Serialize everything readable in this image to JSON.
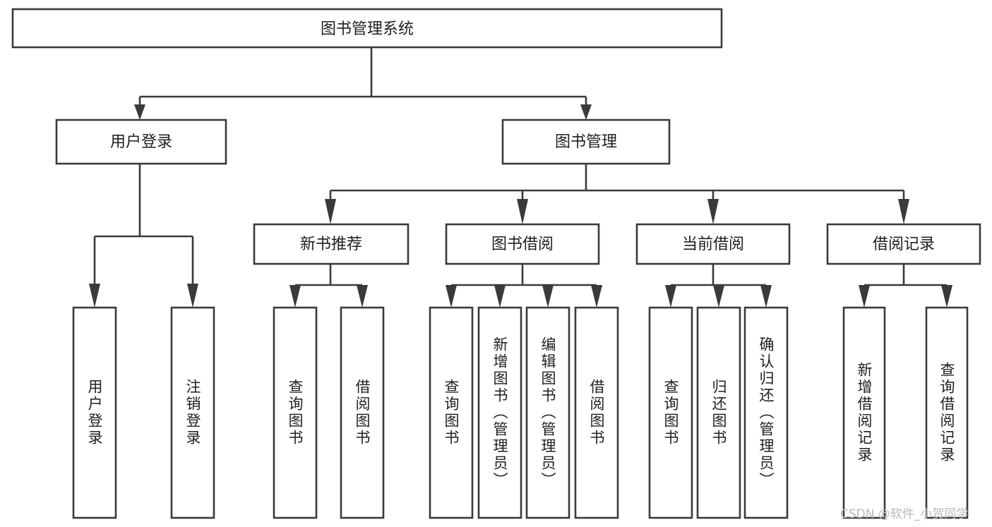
{
  "diagram": {
    "type": "tree-hierarchy",
    "title": "图书管理系统",
    "orientation": "top-down",
    "colors": {
      "background": "#ffffff",
      "box_fill": "#ffffff",
      "box_stroke": "#3a3a3a",
      "connector": "#3a3a3a",
      "text": "#1f1f1f",
      "watermark": "#b9b9b9"
    },
    "root": {
      "label": "图书管理系统"
    },
    "level2": [
      {
        "label": "用户登录"
      },
      {
        "label": "图书管理"
      }
    ],
    "level3": [
      {
        "label": "新书推荐"
      },
      {
        "label": "图书借阅"
      },
      {
        "label": "当前借阅"
      },
      {
        "label": "借阅记录"
      }
    ],
    "leaves": {
      "user_login": [
        {
          "label": "用户登录"
        },
        {
          "label": "注销登录"
        }
      ],
      "new_book_recommend": [
        {
          "label": "查询图书"
        },
        {
          "label": "借阅图书"
        }
      ],
      "book_borrow": [
        {
          "label": "查询图书"
        },
        {
          "label": "新增图书（管理员）"
        },
        {
          "label": "编辑图书（管理员）"
        },
        {
          "label": "借阅图书"
        }
      ],
      "current_borrow": [
        {
          "label": "查询图书"
        },
        {
          "label": "归还图书"
        },
        {
          "label": "确认归还（管理员）"
        }
      ],
      "borrow_record": [
        {
          "label": "新增借阅记录"
        },
        {
          "label": "查询借阅记录"
        }
      ]
    }
  },
  "watermark": {
    "text": "CSDN @软件_小贺同学"
  }
}
